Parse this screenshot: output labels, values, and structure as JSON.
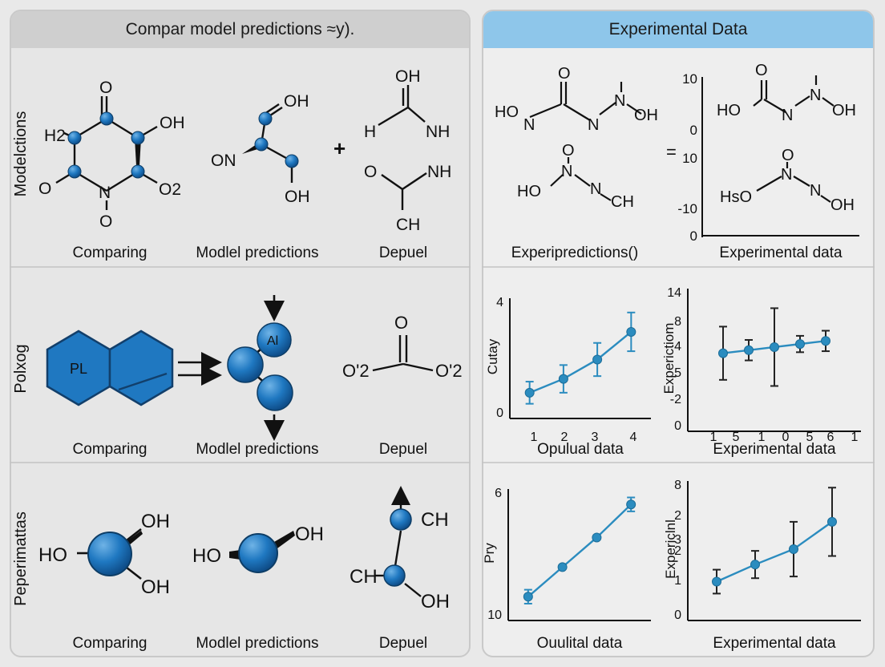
{
  "left_header": "Compar model predictions ≈y).",
  "right_header": "Experimental Data",
  "rows": [
    {
      "label": "Modelctions",
      "captions": [
        "Comparing",
        "Modlel predictions",
        "Depuel"
      ]
    },
    {
      "label": "Polxog",
      "captions": [
        "Comparing",
        "Modlel predictions",
        "Depuel"
      ]
    },
    {
      "label": "Peperimattas",
      "captions": [
        "Comparing",
        "Modlel predictions",
        "Depuel"
      ]
    }
  ],
  "molecules": {
    "m1": {
      "o_top": "O",
      "h2": "H2",
      "oh": "OH",
      "o_left": "O",
      "n": "N",
      "o2": "O2",
      "o_bottom": "O"
    },
    "m2": {
      "oh_top": "OH",
      "on": "ON",
      "oh_bottom": "OH"
    },
    "plus": "+",
    "m3": {
      "oh": "OH",
      "h": "H",
      "nh": "NH",
      "o": "O",
      "nh2": "NH",
      "ch": "CH"
    },
    "m4": {
      "pl": "PL"
    },
    "m5": {
      "al": "Al"
    },
    "m6": {
      "o": "O",
      "o2_left": "O'2",
      "o2_right": "O'2"
    },
    "m7": {
      "ho": "HO",
      "oh_top": "OH",
      "oh_bottom": "OH"
    },
    "m8": {
      "ho": "HO",
      "oh": "OH"
    },
    "m9": {
      "ch_top": "CH",
      "ch": "CH",
      "oh": "OH"
    },
    "e1": {
      "o": "O",
      "ho": "HO",
      "n1": "N",
      "n2": "N",
      "oh": "OH"
    },
    "e2": {
      "o": "O",
      "n": "N",
      "ho": "HO",
      "n2": "N",
      "ch": "CH"
    },
    "e3": {
      "o": "O",
      "ho": "HO",
      "n1": "N",
      "n2": "N",
      "oh": "OH"
    },
    "e4": {
      "o": "O",
      "n": "N",
      "hso": "HsO",
      "n2": "N",
      "oh": "OH"
    },
    "eq": "="
  },
  "right_captions": {
    "r1_left": "Experipredictions()",
    "r1_right": "Experimental data"
  },
  "axis_top_right": {
    "ticks": [
      "10",
      "0",
      "10",
      "-10",
      "0"
    ]
  },
  "chart_data": [
    {
      "type": "line",
      "ylabel": "Cutay",
      "xlabel": "Opulual data",
      "x_ticks": [
        "1",
        "2",
        "3",
        "4"
      ],
      "y_ticks": [
        "4",
        "0"
      ],
      "x": [
        1,
        2,
        3,
        4
      ],
      "y": [
        0.7,
        1.2,
        1.9,
        2.9
      ],
      "err": [
        0.4,
        0.5,
        0.6,
        0.7
      ],
      "xlim": [
        0.7,
        4.3
      ],
      "ylim": [
        0,
        4
      ],
      "color": "#2b8cbf"
    },
    {
      "type": "line",
      "ylabel": "Experictiom",
      "xlabel": "Experimental data",
      "x_ticks": [
        "1",
        "5",
        "1",
        "0",
        "5",
        "6",
        "1"
      ],
      "y_ticks": [
        "14",
        "8",
        "4",
        "5",
        "-2",
        "0"
      ],
      "x": [
        1,
        2,
        3,
        4,
        5
      ],
      "y": [
        2.0,
        2.3,
        2.6,
        2.9,
        3.2
      ],
      "err": [
        2.6,
        1.0,
        3.8,
        0.8,
        1.0
      ],
      "xlim": [
        0,
        6
      ],
      "ylim": [
        -5,
        8
      ],
      "color": "#2b8cbf"
    },
    {
      "type": "line",
      "ylabel": "Pry",
      "xlabel": "Ouulital data",
      "y_ticks": [
        "6",
        "10"
      ],
      "x": [
        1,
        2,
        3,
        4
      ],
      "y": [
        1.0,
        2.7,
        4.4,
        6.3
      ],
      "err": [
        0.4,
        0,
        0,
        0.4
      ],
      "xlim": [
        0.7,
        4.3
      ],
      "ylim": [
        0,
        7
      ],
      "color": "#2b8cbf"
    },
    {
      "type": "line",
      "ylabel": "Expericlnl",
      "xlabel": "Experimental data",
      "y_ticks": [
        "8",
        "2",
        "3",
        "2",
        "1",
        "0"
      ],
      "x": [
        1,
        2,
        3,
        4
      ],
      "y": [
        0.95,
        1.45,
        1.9,
        2.7
      ],
      "err": [
        0.35,
        0.4,
        0.8,
        1.0
      ],
      "xlim": [
        0.5,
        4.5
      ],
      "ylim": [
        0,
        3.8
      ],
      "color": "#2b8cbf"
    }
  ]
}
